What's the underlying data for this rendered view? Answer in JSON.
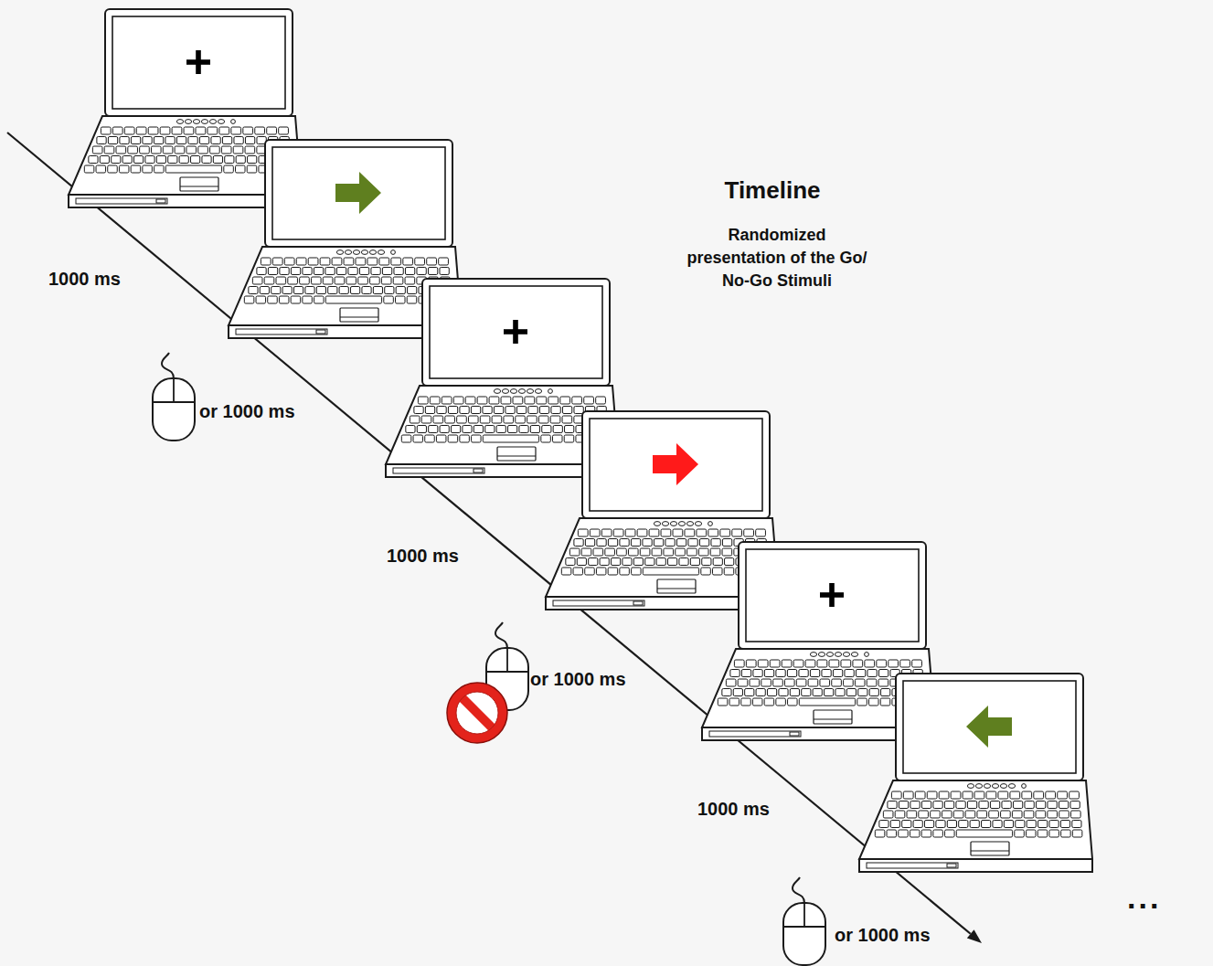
{
  "diagram": {
    "title": "Timeline",
    "labels": [
      "Randomized presentation of the Go/ No-Go Stimuli",
      "1000 ms",
      "or 1000 ms",
      "1000 ms",
      "or 1000 ms",
      "1000 ms",
      "or 1000 ms",
      "..."
    ]
  }
}
